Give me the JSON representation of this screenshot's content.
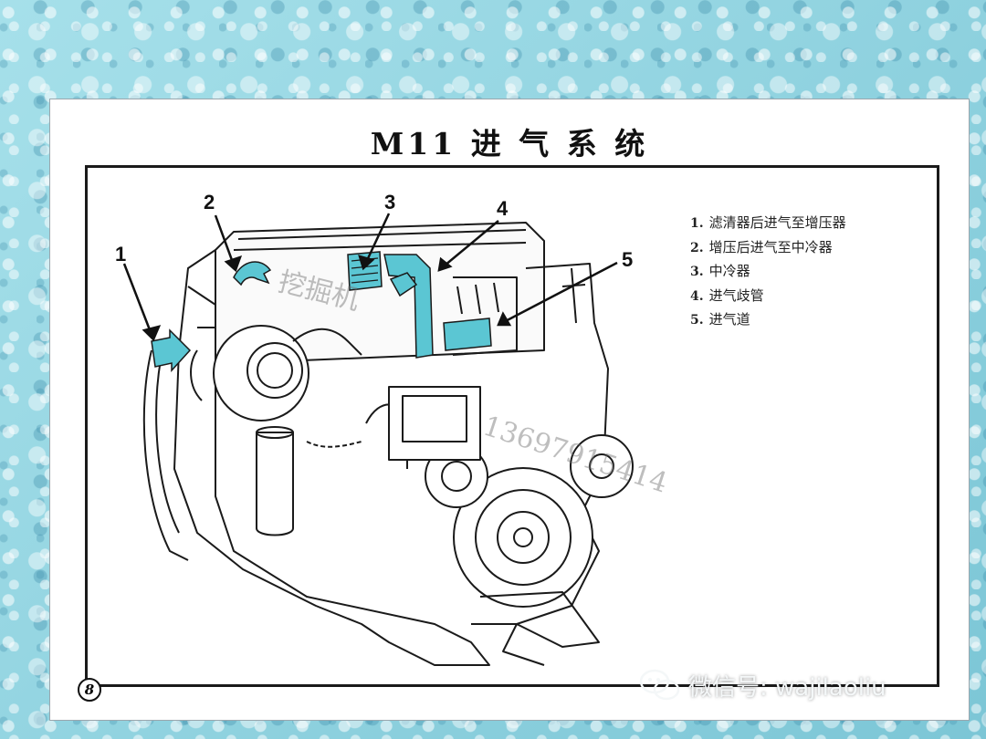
{
  "title": "M11 进 气 系 统",
  "callouts": [
    "1",
    "2",
    "3",
    "4",
    "5"
  ],
  "legend": [
    {
      "num": "1.",
      "text": "滤清器后进气至增压器"
    },
    {
      "num": "2.",
      "text": "增压后进气至中冷器"
    },
    {
      "num": "3.",
      "text": "中冷器"
    },
    {
      "num": "4.",
      "text": "进气歧管"
    },
    {
      "num": "5.",
      "text": "进气道"
    }
  ],
  "page_number": "8",
  "overlay_text_1": "挖掘机",
  "overlay_text_2": "13697915414",
  "watermark": {
    "text": "微信号: wajilaoliu",
    "icon": "wechat-icon"
  },
  "colors": {
    "airflow": "#5bc6d3",
    "line": "#1a1a1a"
  }
}
